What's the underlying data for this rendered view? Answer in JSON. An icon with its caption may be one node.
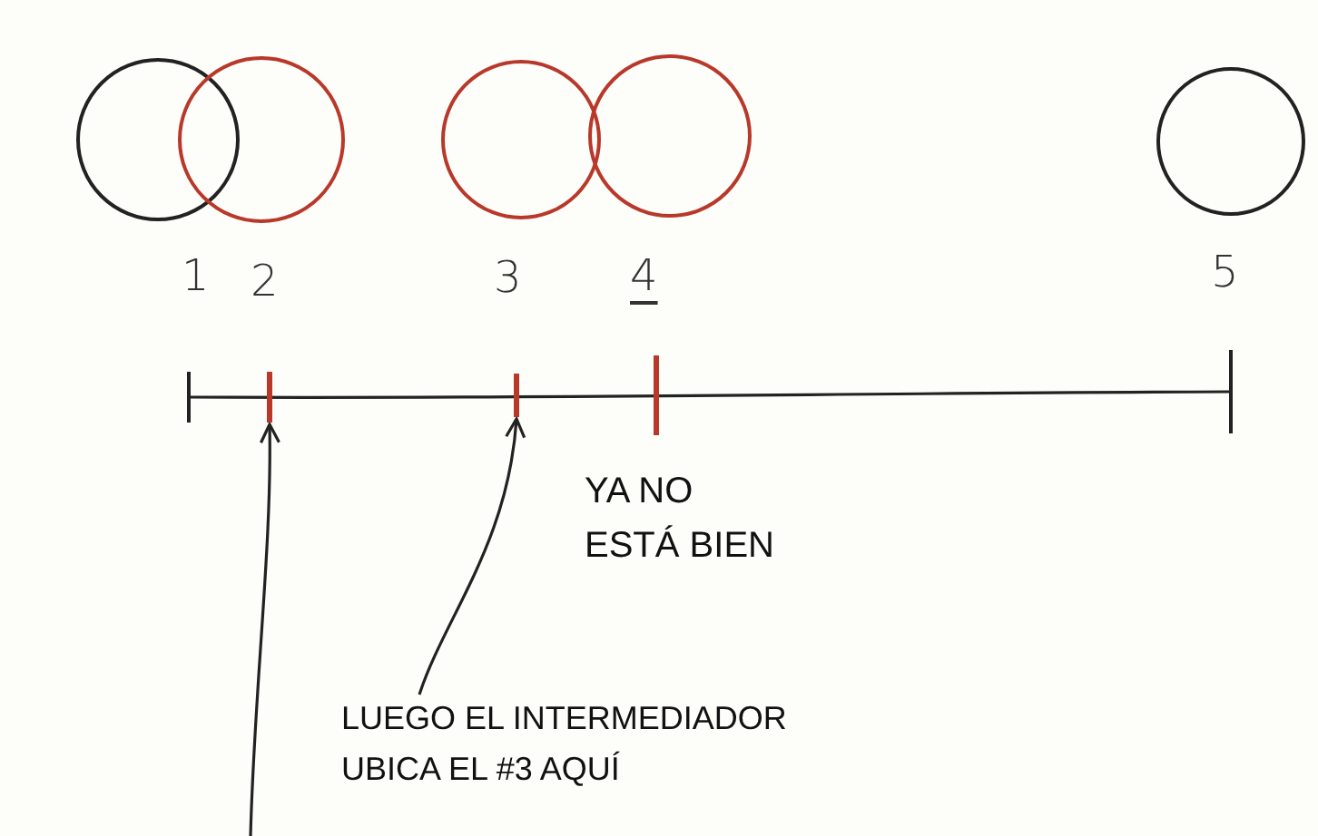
{
  "diagram": {
    "nodes": [
      {
        "text": [],
        "shape": "circle"
      },
      {
        "text": [],
        "shape": "circle"
      },
      {
        "text": [],
        "shape": "circle"
      },
      {
        "text": [],
        "shape": "circle"
      },
      {
        "text": [],
        "shape": "circle"
      },
      {
        "text": [],
        "shape": "bar"
      },
      {
        "text": [],
        "shape": "bar"
      },
      {
        "text": [],
        "shape": "bar"
      },
      {
        "text": [],
        "shape": "bar"
      },
      {
        "text": [],
        "shape": "bar"
      },
      {
        "text": [
          "LUEGO EL INTERMEDIADOR UBICA EL #3 AQUÍ"
        ]
      }
    ],
    "edges": [
      {
        "from": null,
        "to": 6,
        "arrow": "to"
      },
      {
        "from": 10,
        "to": 7,
        "arrow": "to"
      },
      {
        "from": 5,
        "to": 9,
        "arrow": "none"
      }
    ],
    "labels": [
      "1",
      "2",
      "3",
      "4",
      "5",
      "YA NO ESTÁ BIEN"
    ]
  }
}
